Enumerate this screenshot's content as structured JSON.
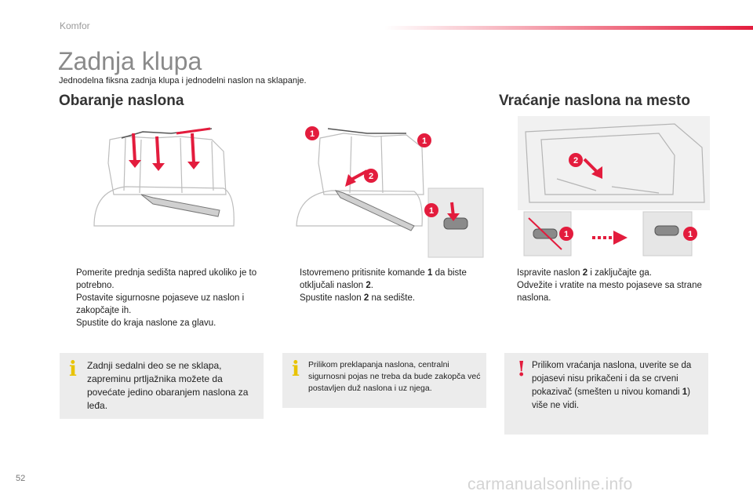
{
  "header": {
    "section": "Komfor"
  },
  "title": "Zadnja klupa",
  "intro": "Jednodelna fiksna zadnja klupa i jednodelni naslon na sklapanje.",
  "headings": {
    "left": "Obaranje naslona",
    "right": "Vraćanje naslona na mesto"
  },
  "markers": {
    "one": "1",
    "two": "2"
  },
  "col1": {
    "bullets": [
      "Pomerite prednja sedišta napred ukoliko je to potrebno.",
      "Postavite sigurnosne pojaseve uz naslon i zakopčajte ih.",
      "Spustite do kraja naslone za glavu."
    ]
  },
  "col2": {
    "bullet1": {
      "before": "Istovremeno pritisnite komande ",
      "b1": "1",
      "mid": " da biste otključali naslon ",
      "b2": "2",
      "after": "."
    },
    "bullet2": {
      "before": "Spustite naslon ",
      "b1": "2",
      "after": " na sedište."
    }
  },
  "col3": {
    "bullet1": {
      "before": "Ispravite naslon ",
      "b1": "2",
      "after": " i zaključajte ga."
    },
    "bullet2": "Odvežite i vratite na mesto pojaseve sa strane naslona."
  },
  "notes": {
    "n1": {
      "icon": "i",
      "text": "Zadnji sedalni deo se ne sklapa, zapreminu prtljažnika možete da povećate jedino obaranjem naslona za leđa."
    },
    "n2": {
      "icon": "i",
      "text": "Prilikom preklapanja naslona, centralni sigurnosni pojas ne treba da bude zakopča već postavljen duž naslona i uz njega."
    },
    "n3": {
      "icon": "!",
      "before": "Prilikom vraćanja naslona, uverite se da pojasevi nisu prikačeni i da se crveni pokazivač (smešten u nivou komandi ",
      "b1": "1",
      "after": ") više ne vidi."
    }
  },
  "bullet_mark": "",
  "page_number": "52",
  "watermark": "carmanualsonline.info",
  "colors": {
    "accent": "#e31c3d",
    "info": "#e8c300",
    "note_bg": "#ececec"
  }
}
